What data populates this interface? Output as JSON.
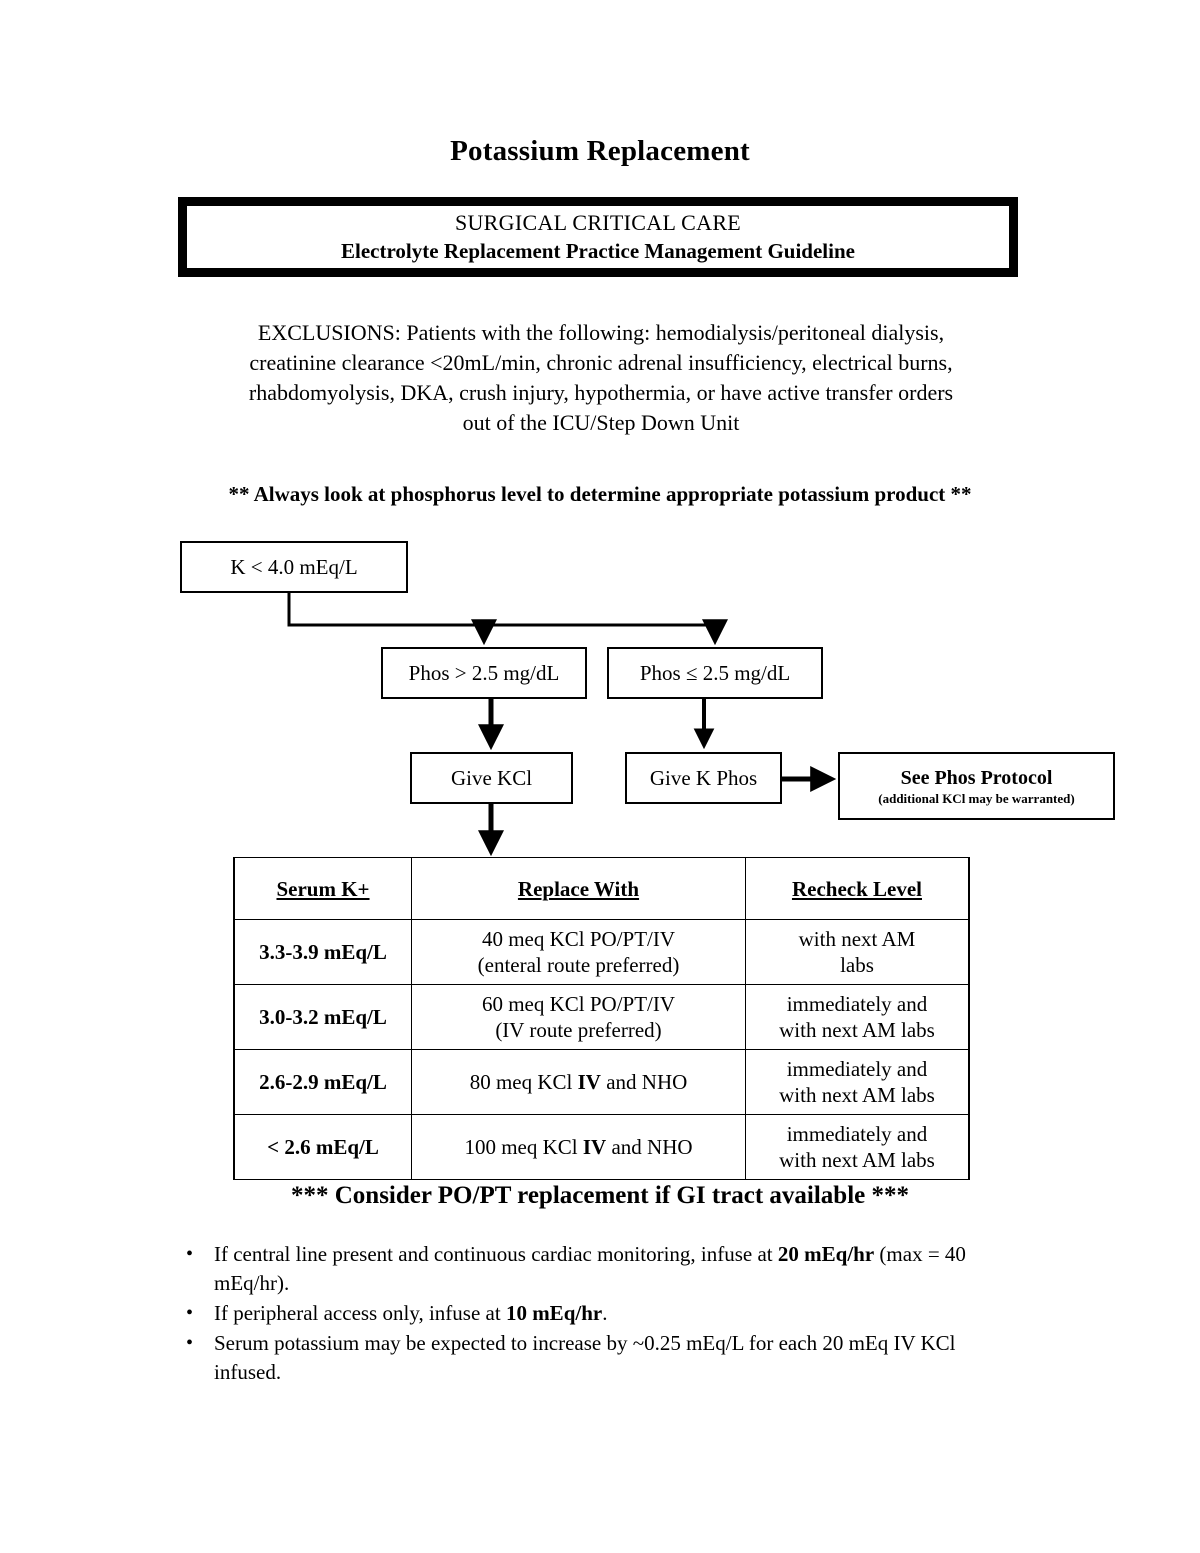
{
  "document": {
    "title": "Potassium Replacement",
    "banner": {
      "line1": "SURGICAL CRITICAL CARE",
      "line2": "Electrolyte Replacement Practice Management Guideline"
    },
    "exclusions": "EXCLUSIONS: Patients with the following: hemodialysis/peritoneal dialysis, creatinine clearance <20mL/min, chronic adrenal insufficiency, electrical burns, rhabdomyolysis, DKA, crush injury, hypothermia, or have active transfer orders out of the ICU/Step Down Unit",
    "phos_note": "** Always look at phosphorus level to determine appropriate potassium product **",
    "consider_note": "*** Consider PO/PT replacement if GI tract available ***"
  },
  "flowchart": {
    "nodes": {
      "k_level": "K < 4.0 mEq/L",
      "phos_high": "Phos > 2.5 mg/dL",
      "phos_low": "Phos ≤ 2.5 mg/dL",
      "give_kcl": "Give KCl",
      "give_kphos": "Give K Phos",
      "see_phos_title": "See Phos Protocol",
      "see_phos_sub": "(additional KCl may be warranted)"
    }
  },
  "table": {
    "headers": [
      "Serum K+",
      "Replace With",
      "Recheck Level"
    ],
    "rows": [
      {
        "serum_k": "3.3-3.9 mEq/L",
        "replace_line1": "40 meq KCl PO/PT/IV",
        "replace_line2": "(enteral route preferred)",
        "recheck_line1": "with next AM",
        "recheck_line2": "labs"
      },
      {
        "serum_k": "3.0-3.2 mEq/L",
        "replace_line1": "60 meq KCl PO/PT/IV",
        "replace_line2": "(IV route preferred)",
        "recheck_line1": "immediately and",
        "recheck_line2": "with next AM labs"
      },
      {
        "serum_k": "2.6-2.9 mEq/L",
        "replace_pre": "80 meq KCl ",
        "replace_bold": "IV",
        "replace_post": " and NHO",
        "recheck_line1": "immediately and",
        "recheck_line2": "with next AM labs"
      },
      {
        "serum_k": "< 2.6 mEq/L",
        "replace_pre": "100 meq KCl ",
        "replace_bold": "IV",
        "replace_post": " and NHO",
        "recheck_line1": "immediately and",
        "recheck_line2": "with next AM labs"
      }
    ]
  },
  "bullets": [
    {
      "pre": "If central line present and continuous cardiac monitoring, infuse at ",
      "bold": "20 mEq/hr",
      "post": " (max = 40 mEq/hr).",
      "marker": "•"
    },
    {
      "pre": "If peripheral access only, infuse at ",
      "bold": "10 mEq/hr",
      "post": ".",
      "marker": "•"
    },
    {
      "pre": "Serum potassium may be expected to increase by ~0.25 mEq/L for each 20 mEq IV KCl infused.",
      "bold": "",
      "post": "",
      "marker": "•"
    }
  ],
  "colors": {
    "ink": "#000000",
    "paper": "#ffffff"
  }
}
